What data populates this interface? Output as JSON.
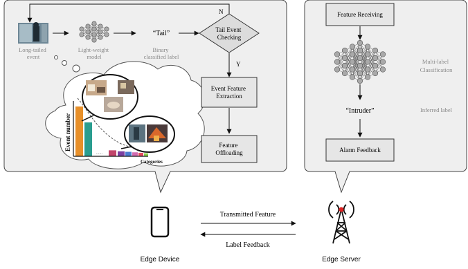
{
  "device_panel": {
    "loop_n": "N",
    "yes_y": "Y",
    "steps": {
      "long_tailed_event": [
        "Long-tailed",
        "event"
      ],
      "model": [
        "Light-weight",
        "model"
      ],
      "tail_label": "“Tail”",
      "binary_label": [
        "Binary",
        "classified label"
      ],
      "tail_check": [
        "Tail Event",
        "Checking"
      ],
      "extraction": [
        "Event Feature",
        "Extraction"
      ],
      "offloading": [
        "Feature",
        "Offloading"
      ]
    },
    "thought_chart": {
      "ylabel": "Event number",
      "xlabel": "Categories",
      "ellipsis": "......"
    }
  },
  "server_panel": {
    "receiving": "Feature Receiving",
    "classification_note": [
      "Multi-label",
      "Classification"
    ],
    "intruder_label": "“Intruder”",
    "inferred_note": "Inferred label",
    "alarm": "Alarm Feedback"
  },
  "bottom": {
    "device": "Edge Device",
    "server": "Edge Server",
    "transmitted": "Transmitted Feature",
    "feedback": "Label Feedback"
  },
  "chart_data": {
    "type": "bar",
    "xlabel": "Categories",
    "ylabel": "Event number",
    "values": [
      100,
      68,
      12,
      10,
      9,
      8,
      7,
      6
    ],
    "colors": [
      "#e8902a",
      "#2a9d8f",
      "#c2456b",
      "#7b3fa0",
      "#4a7bd0",
      "#d36bb0",
      "#e84a5f",
      "#8fd14f"
    ]
  }
}
